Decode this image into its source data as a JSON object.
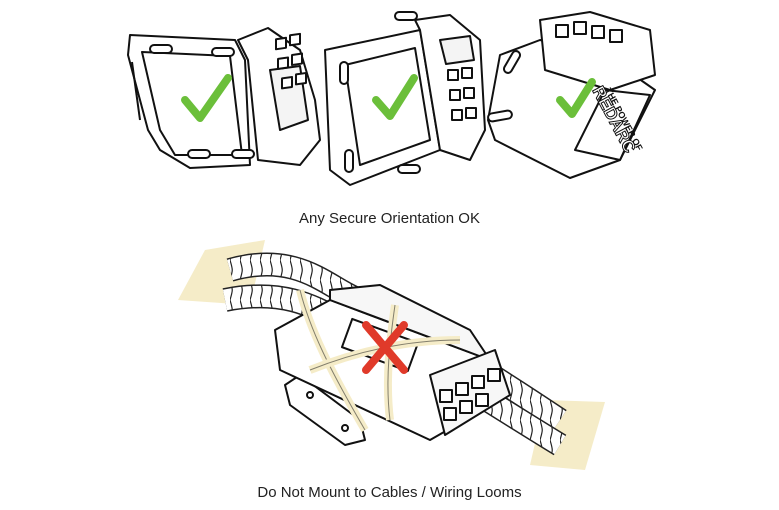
{
  "captions": {
    "top": "Any Secure Orientation OK",
    "bottom": "Do Not Mount to Cables / Wiring Looms"
  },
  "device": {
    "brand_line1": "THE POWER OF",
    "brand_line2": "REDARC"
  },
  "colors": {
    "check": "#6bbf3a",
    "cross": "#e03a2a",
    "strap": "#f5ecc8",
    "outline": "#111111"
  },
  "icons": {
    "ok": "checkmark-icon",
    "not_ok": "cross-icon"
  }
}
